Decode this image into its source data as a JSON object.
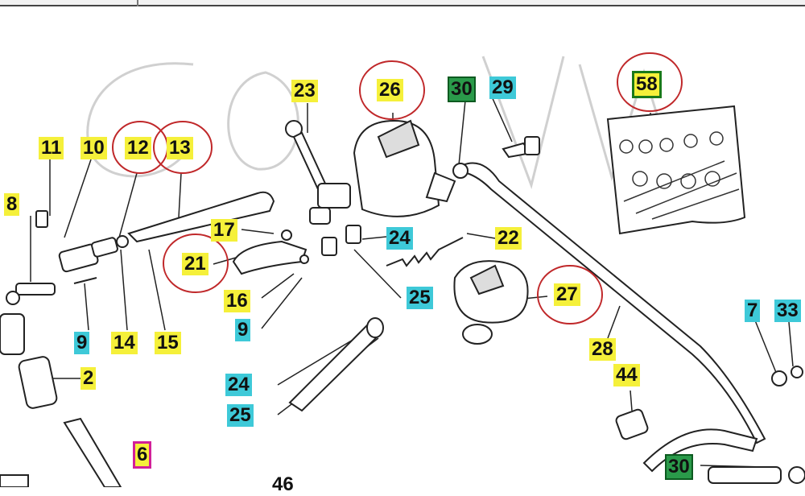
{
  "diagram": {
    "labels": {
      "l8": "8",
      "l11": "11",
      "l10": "10",
      "l12": "12",
      "l13": "13",
      "l23": "23",
      "l26": "26",
      "l30a": "30",
      "l29": "29",
      "l58": "58",
      "l17": "17",
      "l21": "21",
      "l24a": "24",
      "l22": "22",
      "l25a": "25",
      "l16": "16",
      "l9a": "9",
      "l9b": "9",
      "l14": "14",
      "l15": "15",
      "l27": "27",
      "l28": "28",
      "l2": "2",
      "l24b": "24",
      "l25b": "25",
      "l44": "44",
      "l6": "6",
      "l7": "7",
      "l33": "33",
      "l30b": "30",
      "l46": "46"
    },
    "colors": {
      "yellow": "#f5f03a",
      "cyan": "#3ec9d8",
      "circle": "#c0282a",
      "green": "#2a9a4a",
      "magenta": "#d21f9a",
      "ink": "#222222"
    }
  }
}
